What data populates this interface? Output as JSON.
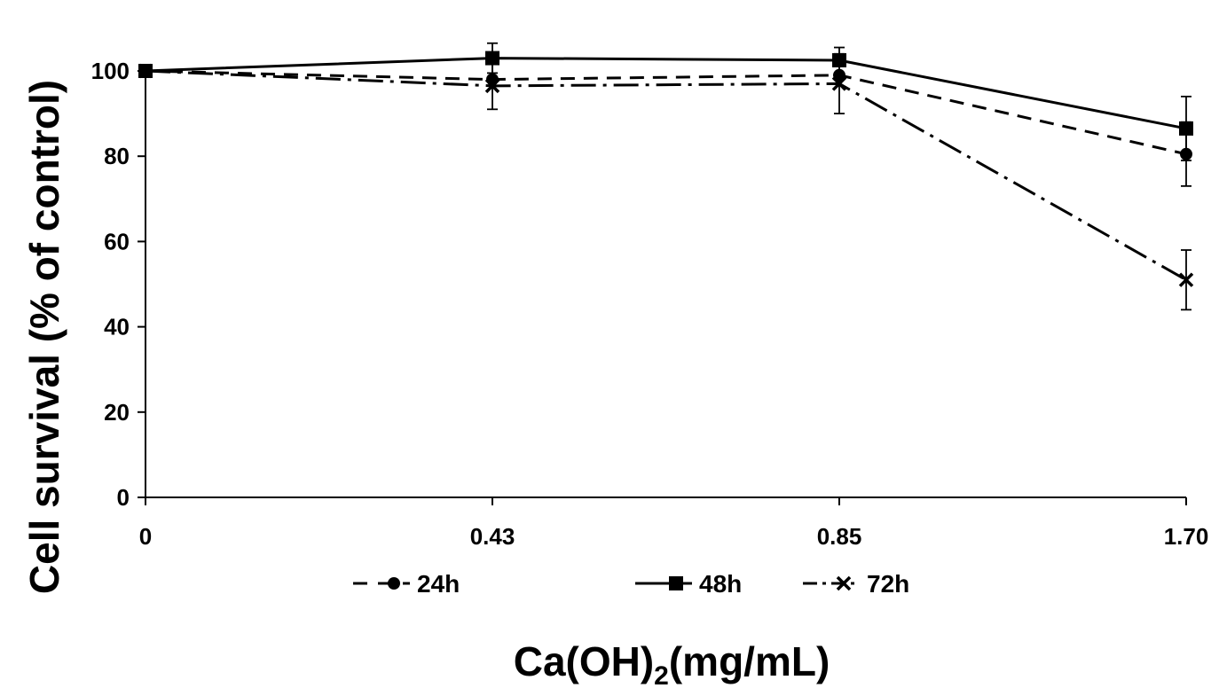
{
  "chart_data": {
    "type": "line",
    "categories": [
      "0",
      "0.43",
      "0.85",
      "1.70"
    ],
    "ylabel": "Cell survival (% of control)",
    "xlabel_main": "Ca(OH)",
    "xlabel_sub": "2",
    "xlabel_unit": "(mg/mL)",
    "ylim": [
      0,
      100
    ],
    "yticks": [
      0,
      20,
      40,
      60,
      80,
      100
    ],
    "grid": false,
    "legend_position": "bottom",
    "series": [
      {
        "name": "24h",
        "values": [
          100,
          98,
          99,
          80.5
        ],
        "errors": [
          0,
          0,
          0,
          7.5
        ],
        "line_style": "dashed",
        "marker": "circle"
      },
      {
        "name": "48h",
        "values": [
          100,
          103,
          102.5,
          86.5
        ],
        "errors": [
          0,
          3.5,
          3,
          7.5
        ],
        "line_style": "solid",
        "marker": "square"
      },
      {
        "name": "72h",
        "values": [
          100,
          96.5,
          97,
          51
        ],
        "errors": [
          0,
          5.5,
          7,
          7
        ],
        "line_style": "dashdot",
        "marker": "x"
      }
    ],
    "colors": {
      "line": "#000000",
      "background": "#ffffff"
    }
  }
}
